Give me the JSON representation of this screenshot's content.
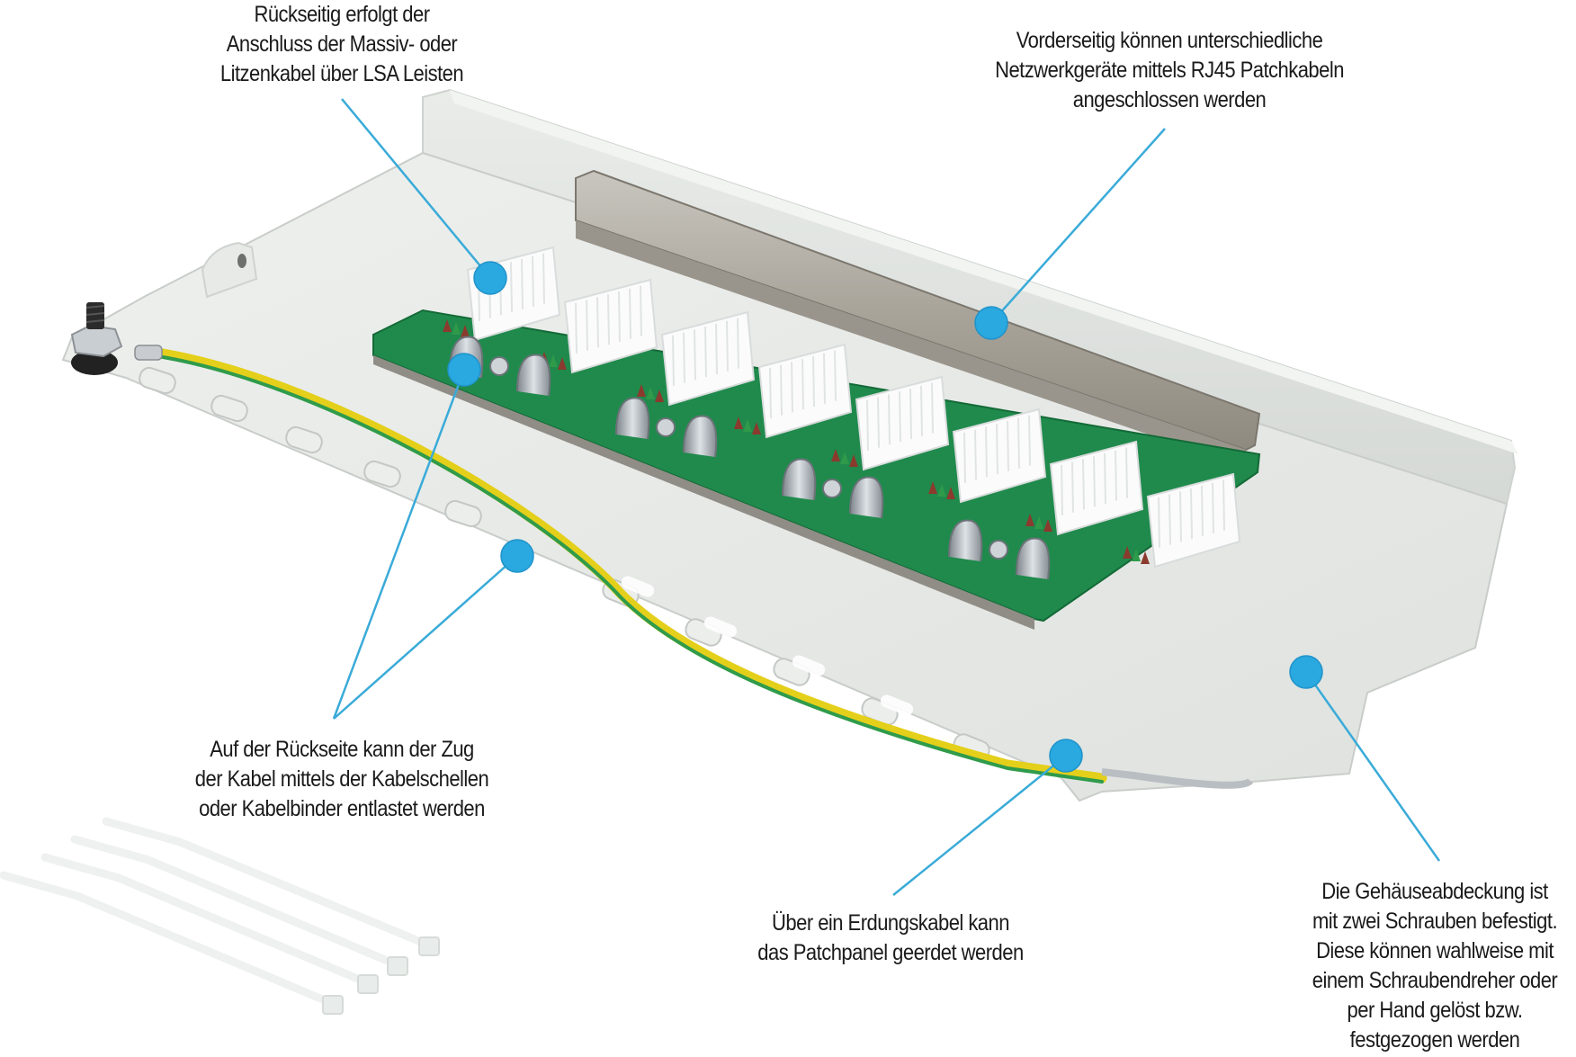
{
  "image": {
    "subject": "patch panel product photo with annotations",
    "accent_color": "#2aa8e0",
    "line_color": "#3aabd8"
  },
  "annotations": [
    {
      "id": "lsa",
      "lines": [
        "Rückseitig erfolgt der",
        "Anschluss der Massiv- oder",
        "Litzenkabel über LSA Leisten"
      ]
    },
    {
      "id": "rj45",
      "lines": [
        "Vorderseitig können unterschiedliche",
        "Netzwerkgeräte mittels RJ45 Patchkabeln",
        "angeschlossen werden"
      ]
    },
    {
      "id": "strain",
      "lines": [
        "Auf der Rückseite kann der Zug",
        "der Kabel mittels der Kabelschellen",
        "oder Kabelbinder entlastet werden"
      ]
    },
    {
      "id": "ground",
      "lines": [
        "Über ein Erdungskabel kann",
        "das Patchpanel geerdet werden"
      ]
    },
    {
      "id": "cover",
      "lines": [
        "Die Gehäuseabdeckung ist",
        "mit zwei Schrauben befestigt.",
        "Diese können wahlweise mit",
        "einem Schraubendreher oder",
        "per Hand gelöst bzw.",
        "festgezogen werden"
      ]
    }
  ],
  "product": {
    "lsa_module_count": 8,
    "cable_clamp_count": 4,
    "cable_tie_count": 4,
    "pcb_color": "#1f8a4c",
    "housing_color": "#e3e6e3",
    "ground_wire_colors": [
      "#e8d21a",
      "#2e9a4a"
    ]
  }
}
